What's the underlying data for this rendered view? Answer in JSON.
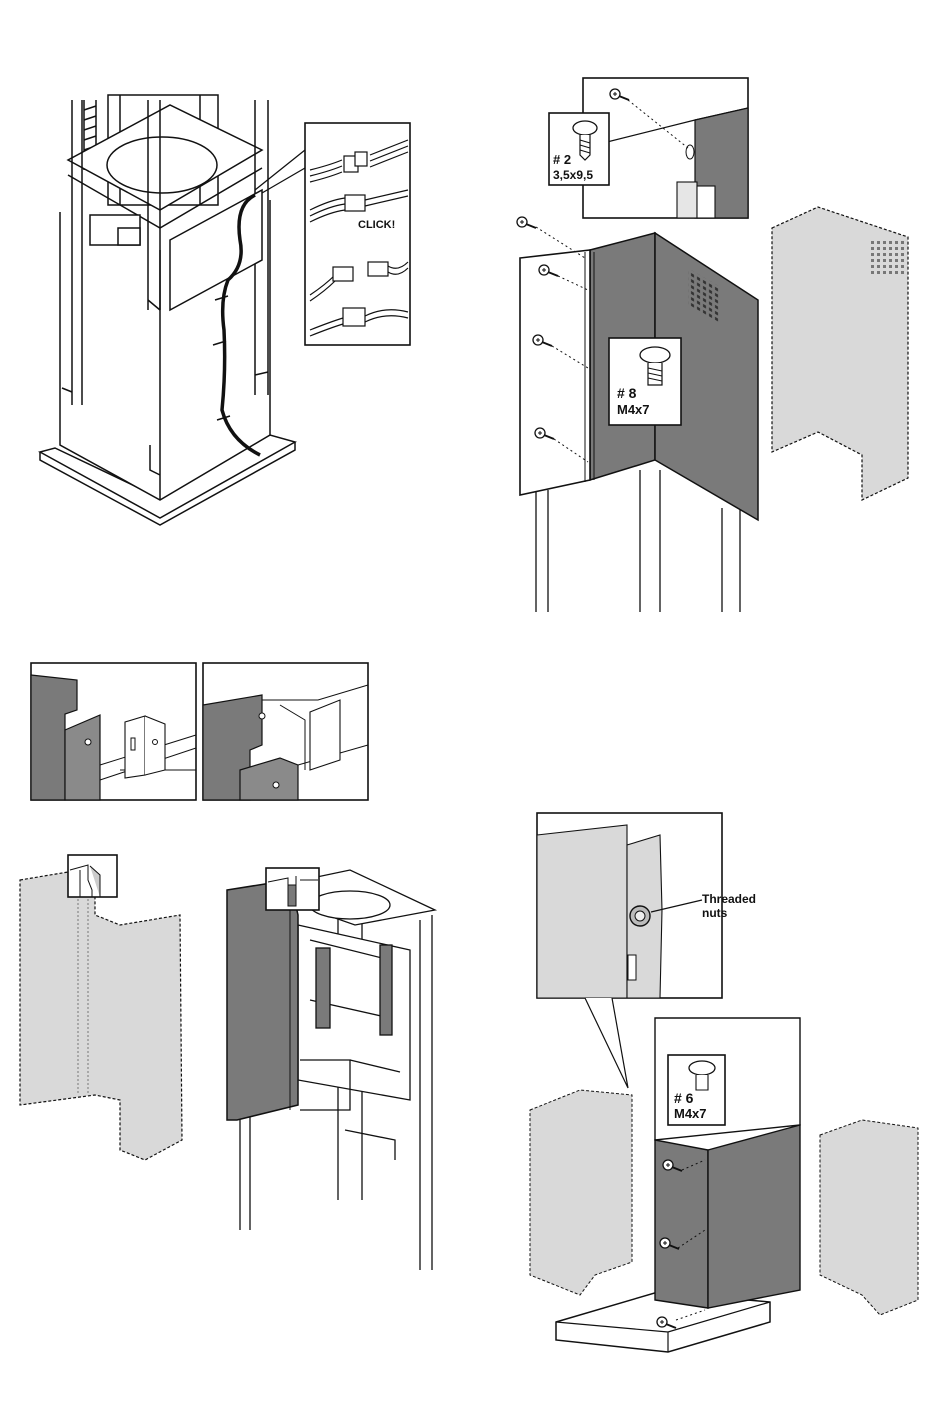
{
  "figures": {
    "wiring": {
      "click_label": "CLICK!"
    },
    "duct_top": {
      "screw_code": "# 2",
      "screw_size": "3,5x9,5"
    },
    "duct_side": {
      "screw_code": "# 8",
      "screw_size": "M4x7"
    },
    "duct_bottom": {
      "screw_code": "# 6",
      "screw_size": "M4x7",
      "callout_label_1": "Threaded",
      "callout_label_2": "nuts"
    }
  },
  "colors": {
    "dark_panel": "#7a7a7a",
    "light_panel": "#d9d9d9",
    "line": "#111111"
  }
}
